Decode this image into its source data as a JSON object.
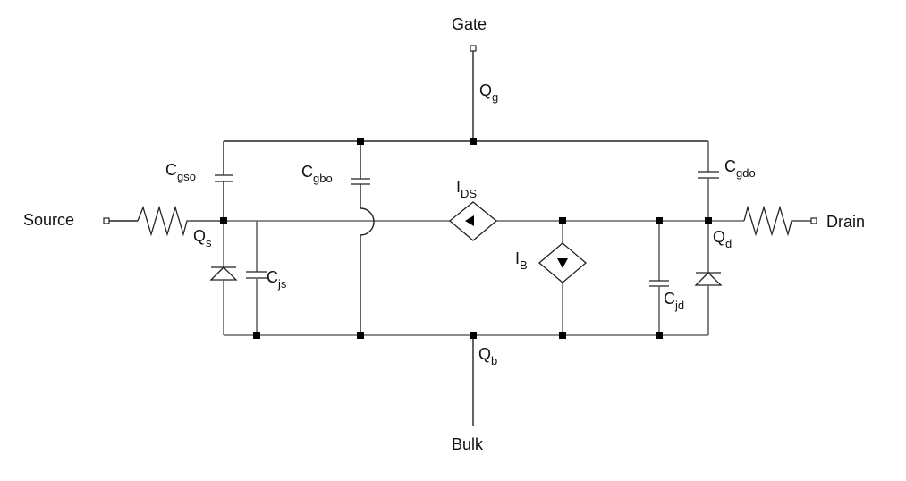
{
  "diagram": {
    "title": "MOSFET charge-based equivalent circuit",
    "terminals": {
      "gate": "Gate",
      "source": "Source",
      "drain": "Drain",
      "bulk": "Bulk"
    },
    "charges": {
      "qg": {
        "main": "Q",
        "sub": "g"
      },
      "qs": {
        "main": "Q",
        "sub": "s"
      },
      "qd": {
        "main": "Q",
        "sub": "d"
      },
      "qb": {
        "main": "Q",
        "sub": "b"
      }
    },
    "capacitors": {
      "cgso": {
        "main": "C",
        "sub": "gso"
      },
      "cgbo": {
        "main": "C",
        "sub": "gbo"
      },
      "cgdo": {
        "main": "C",
        "sub": "gdo"
      },
      "cjs": {
        "main": "C",
        "sub": "js"
      },
      "cjd": {
        "main": "C",
        "sub": "jd"
      }
    },
    "sources": {
      "ids": {
        "main": "I",
        "sub": "DS"
      },
      "ib": {
        "main": "I",
        "sub": "B"
      }
    },
    "components": [
      {
        "id": "rs",
        "type": "resistor",
        "between": [
          "Source",
          "Qs"
        ]
      },
      {
        "id": "rd",
        "type": "resistor",
        "between": [
          "Qd",
          "Drain"
        ]
      },
      {
        "id": "cgso",
        "type": "capacitor",
        "between": [
          "Qs",
          "Qg"
        ]
      },
      {
        "id": "cgbo",
        "type": "capacitor",
        "between": [
          "Qg",
          "Qb"
        ]
      },
      {
        "id": "cgdo",
        "type": "capacitor",
        "between": [
          "Qd",
          "Qg"
        ]
      },
      {
        "id": "cjs",
        "type": "capacitor",
        "between": [
          "Qs",
          "Qb"
        ]
      },
      {
        "id": "cjd",
        "type": "capacitor",
        "between": [
          "Qd",
          "Qb"
        ]
      },
      {
        "id": "ds",
        "type": "diode",
        "between": [
          "Qb",
          "Qs"
        ]
      },
      {
        "id": "dd",
        "type": "diode",
        "between": [
          "Qb",
          "Qd"
        ]
      },
      {
        "id": "ids",
        "type": "dependent-current-source",
        "direction": "drain-to-source"
      },
      {
        "id": "ib",
        "type": "dependent-current-source",
        "direction": "drain-to-bulk"
      }
    ]
  }
}
